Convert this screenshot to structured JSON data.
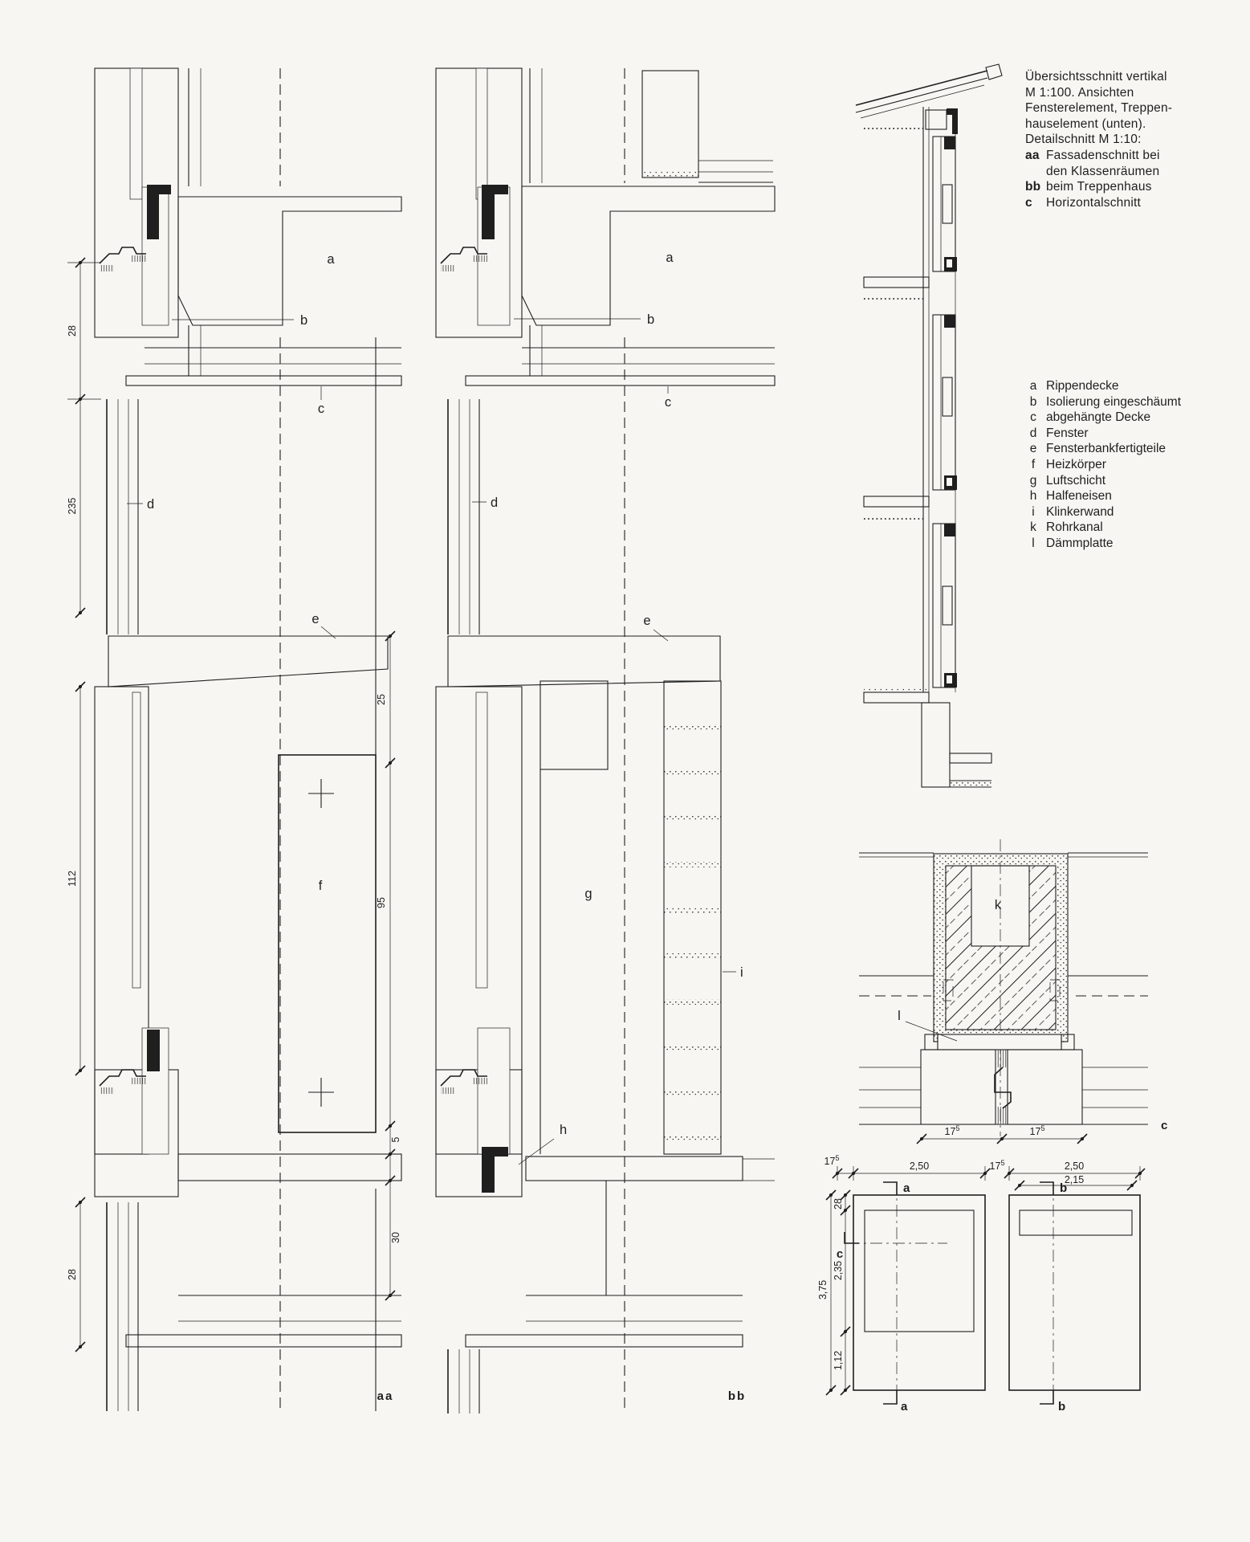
{
  "page": {
    "background": "#f7f6f2",
    "ink": "#1f1f1f"
  },
  "title_block": {
    "lines": [
      {
        "key": "",
        "text": "Übersichtsschnitt vertikal"
      },
      {
        "key": "",
        "text": "M 1:100.  Ansichten"
      },
      {
        "key": "",
        "text": "Fensterelement, Treppen-"
      },
      {
        "key": "",
        "text": "hauselement (unten)."
      },
      {
        "key": "",
        "text": "Detailschnitt M 1:10:"
      },
      {
        "key": "aa",
        "text": "Fassadenschnitt  bei"
      },
      {
        "key": "",
        "text": "den  Klassenräumen"
      },
      {
        "key": "bb",
        "text": "beim Treppenhaus"
      },
      {
        "key": "c",
        "text": "Horizontalschnitt"
      }
    ]
  },
  "legend": {
    "items": [
      {
        "key": "a",
        "label": "Rippendecke"
      },
      {
        "key": "b",
        "label": "Isolierung eingeschäumt"
      },
      {
        "key": "c",
        "label": "abgehängte Decke"
      },
      {
        "key": "d",
        "label": "Fenster"
      },
      {
        "key": "e",
        "label": "Fensterbankfertigteile"
      },
      {
        "key": "f",
        "label": "Heizkörper"
      },
      {
        "key": "g",
        "label": "Luftschicht"
      },
      {
        "key": "h",
        "label": "Halfeneisen"
      },
      {
        "key": "i",
        "label": "Klinkerwand"
      },
      {
        "key": "k",
        "label": "Rohrkanal"
      },
      {
        "key": "l",
        "label": "Dämmplatte"
      }
    ]
  },
  "annotations": {
    "a": "a",
    "b": "b",
    "c": "c",
    "d": "d",
    "e": "e",
    "f": "f",
    "g": "g",
    "h": "h",
    "i": "i",
    "k": "k",
    "l": "l"
  },
  "captions": {
    "section_aa": "aa",
    "section_bb": "bb",
    "plan": "c"
  },
  "dims": {
    "aa_left": {
      "d28_top": "28",
      "d235": "235",
      "d112": "112",
      "d28_bottom": "28"
    },
    "aa_right": {
      "d25": "25",
      "d95": "95",
      "d5": "5",
      "d30": "30"
    },
    "plan": {
      "left": {
        "v": "17",
        "sup": "5"
      },
      "right": {
        "v": "17",
        "sup": "5"
      }
    },
    "elev": {
      "t175_left": {
        "v": "17",
        "sup": "5"
      },
      "t250_left": "2,50",
      "t175_mid": {
        "v": "17",
        "sup": "5"
      },
      "t250_right": "2,50",
      "t215": "2,15",
      "s28": "28",
      "s235": "2,35",
      "s375": "3,75",
      "s112": "1,12"
    },
    "markers": {
      "a_top": "a",
      "a_bottom": "a",
      "b_top": "b",
      "b_bottom": "b",
      "c_side": "c"
    }
  }
}
